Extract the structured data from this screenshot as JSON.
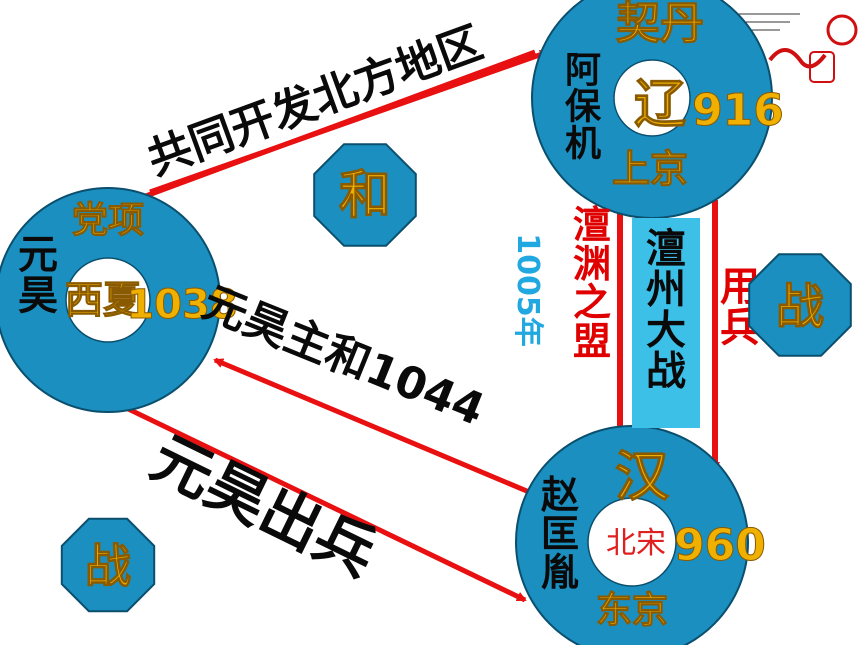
{
  "colors": {
    "ring": "#1a8fc0",
    "ring_stroke": "#0b4f6e",
    "arrow": "#e81010",
    "title_red": "#e00000",
    "gold": "#f0b000",
    "hex_fill": "#1a8fc0",
    "box_fill": "#3cc0e8",
    "label_blue": "#22a8e0",
    "dark_text": "#0a0a0a"
  },
  "liao": {
    "top": "契丹",
    "side": "阿保机",
    "center": "辽",
    "year": "916",
    "capital": "上京"
  },
  "xixia": {
    "top": "党项",
    "side": "元昊",
    "center": "西夏",
    "year": "1038"
  },
  "song": {
    "top": "汉",
    "side": "赵匡胤",
    "center": "北宋",
    "year": "960",
    "capital": "东京"
  },
  "labels": {
    "north_dev": "共同开发北方地区",
    "peace_1044": "元昊主和1044",
    "attack": "元昊出兵",
    "chanyuan_treaty": "澶渊之盟",
    "chanzhou_battle": "澶州大战",
    "send_troops": "用兵",
    "year_1005": "1005年"
  },
  "badges": {
    "peace": "和",
    "war_right": "战",
    "war_left": "战"
  }
}
